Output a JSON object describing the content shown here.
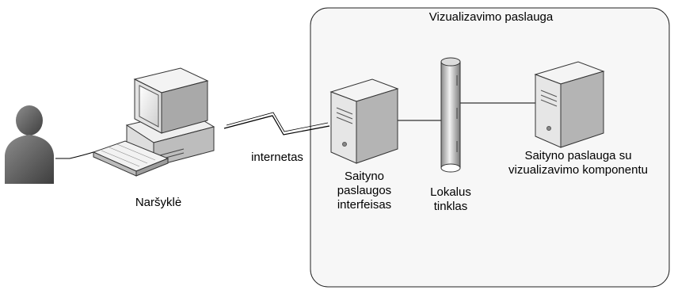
{
  "service_box": {
    "title": "Vizualizavimo paslauga"
  },
  "labels": {
    "browser": "Naršyklė",
    "internet": "internetas",
    "interface_line1": "Saityno",
    "interface_line2": "paslaugos",
    "interface_line3": "interfeisas",
    "lan_line1": "Lokalus",
    "lan_line2": "tinklas",
    "service_line1": "Saityno paslauga su",
    "service_line2": "vizualizavimo komponentu"
  },
  "icons": {
    "user": "user-icon",
    "computer": "desktop-computer-icon",
    "keyboard": "keyboard-icon",
    "lightning": "lightning-link-icon",
    "server_interface": "server-icon",
    "network_pipe": "network-pipe-icon",
    "server_service": "server-icon"
  },
  "colors": {
    "line": "#000000",
    "box_fill": "#f7f7f7",
    "server_body": "#e9e9e9",
    "server_side": "#b9b9b9",
    "user": "#5f5f5f"
  }
}
